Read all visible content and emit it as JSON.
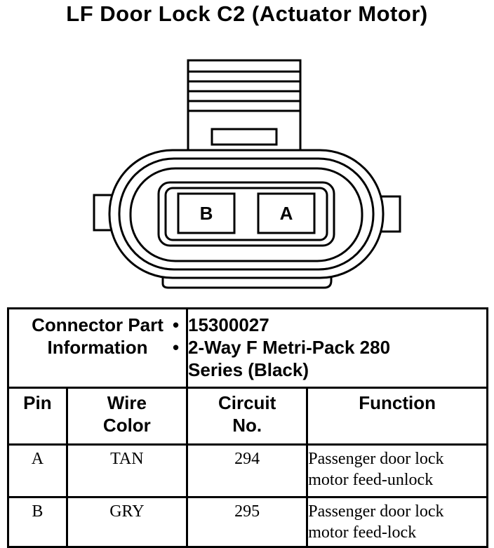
{
  "title": "LF Door Lock C2 (Actuator Motor)",
  "connector": {
    "cavities": [
      "B",
      "A"
    ]
  },
  "info": {
    "label_line1": "Connector Part",
    "label_line2": "Information",
    "part_number": "15300027",
    "description_line1": "2-Way F Metri-Pack 280",
    "description_line2": "Series (Black)"
  },
  "columns": {
    "pin": "Pin",
    "wire_color_1": "Wire",
    "wire_color_2": "Color",
    "circuit_1": "Circuit",
    "circuit_2": "No.",
    "function": "Function"
  },
  "rows": [
    {
      "pin": "A",
      "wire_color": "TAN",
      "circuit": "294",
      "function_1": "Passenger door lock",
      "function_2": "motor feed-unlock"
    },
    {
      "pin": "B",
      "wire_color": "GRY",
      "circuit": "295",
      "function_1": "Passenger door lock",
      "function_2": "motor feed-lock"
    }
  ]
}
